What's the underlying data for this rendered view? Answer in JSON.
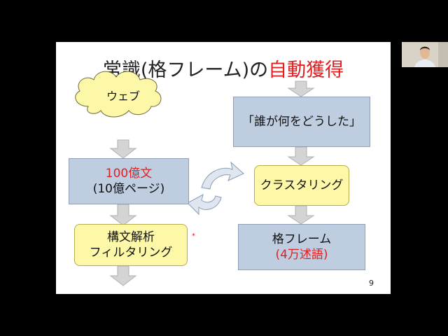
{
  "slide": {
    "title_main": "常識(格フレーム)の",
    "title_accent": "自動獲得",
    "page_number": "9",
    "asterisk": "*",
    "colors": {
      "accent": "#e02020",
      "blue_box": "#bfcde0",
      "yellow_box": "#fdf7a8",
      "arrow": "#c9c9c9"
    }
  },
  "left_flow": {
    "web": "ウェブ",
    "corpus_line1": "100億文",
    "corpus_line2": "(10億ページ)",
    "parse_line1": "構文解析",
    "parse_line2": "フィルタリング"
  },
  "right_flow": {
    "pattern": "「誰が何をどうした」",
    "clustering": "クラスタリング",
    "caseframe_line1": "格フレーム",
    "caseframe_line2": "(4万述語)"
  },
  "webcam": {
    "icon": "person-webcam-icon"
  }
}
